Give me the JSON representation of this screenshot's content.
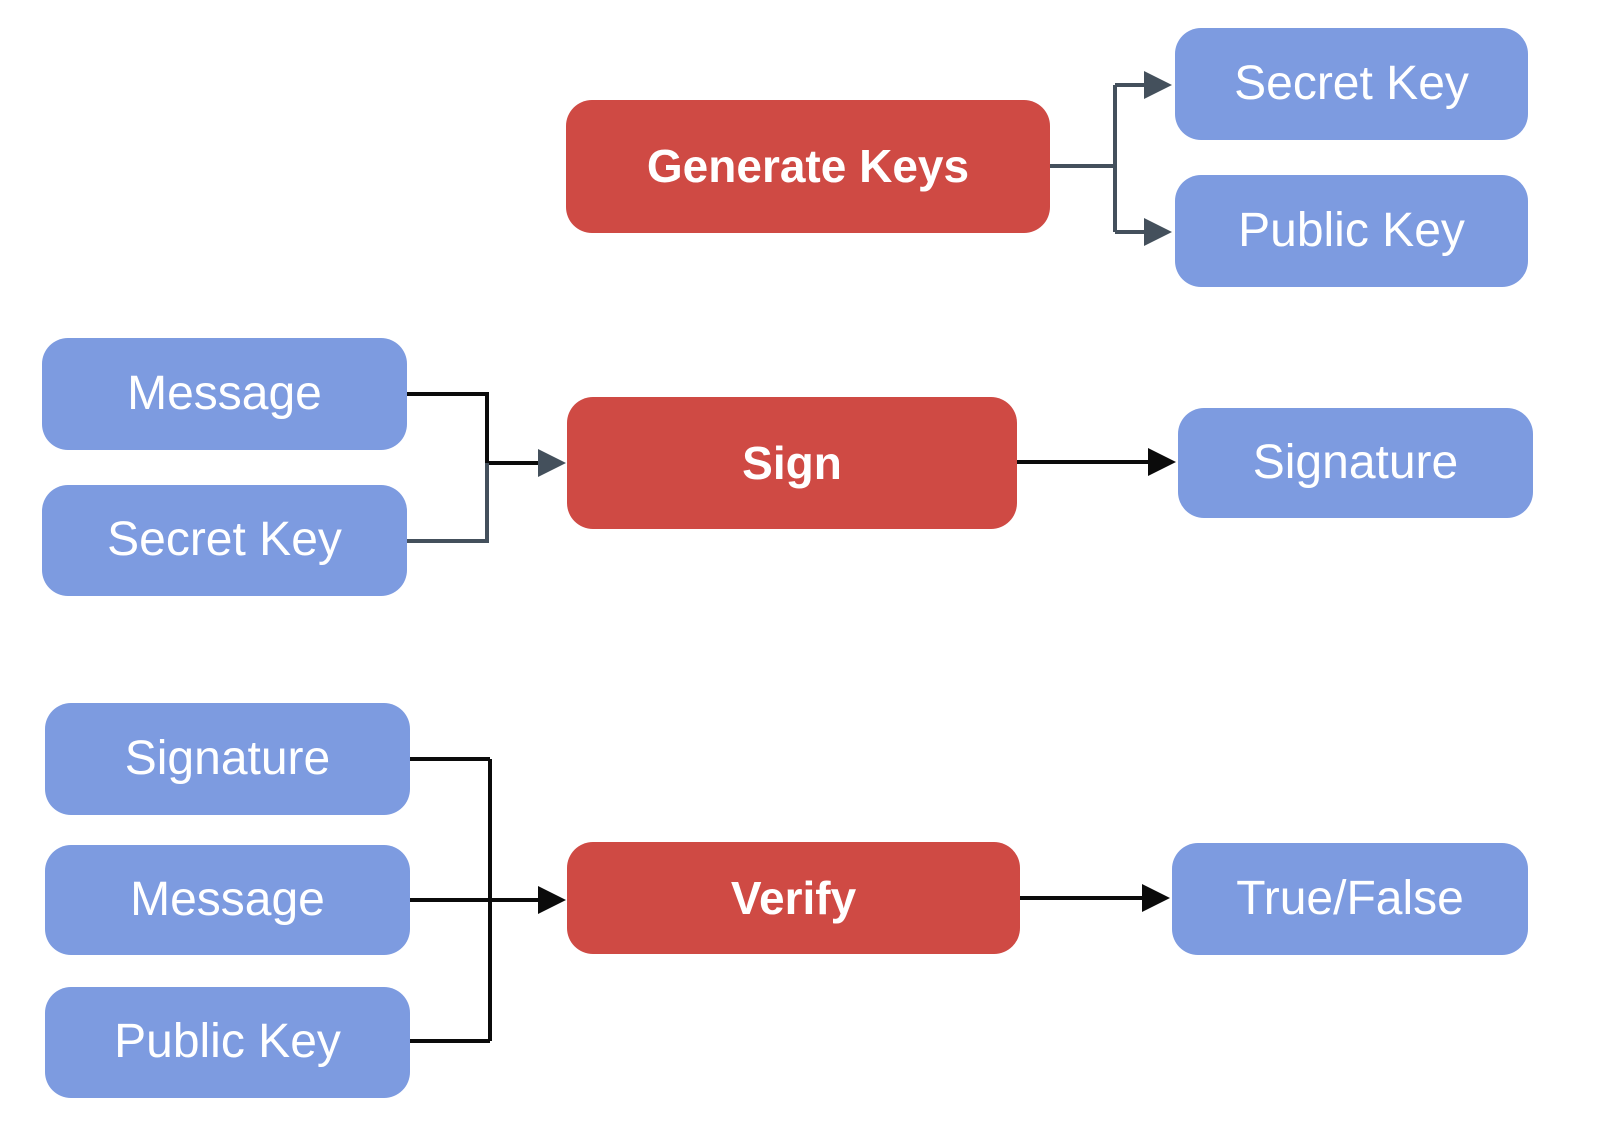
{
  "diagram": {
    "colors": {
      "process_fill": "#CF4A44",
      "data_fill": "#7D9BE0",
      "text_color": "#FFFFFF",
      "connector_dark": "#44505C",
      "connector_black": "#0B0B0B",
      "background": "#FFFFFF"
    },
    "generate_section": {
      "process_label": "Generate Keys",
      "output_secret_label": "Secret Key",
      "output_public_label": "Public Key"
    },
    "sign_section": {
      "input_message_label": "Message",
      "input_secret_label": "Secret Key",
      "process_label": "Sign",
      "output_signature_label": "Signature"
    },
    "verify_section": {
      "input_signature_label": "Signature",
      "input_message_label": "Message",
      "input_public_label": "Public Key",
      "process_label": "Verify",
      "output_result_label": "True/False"
    }
  }
}
